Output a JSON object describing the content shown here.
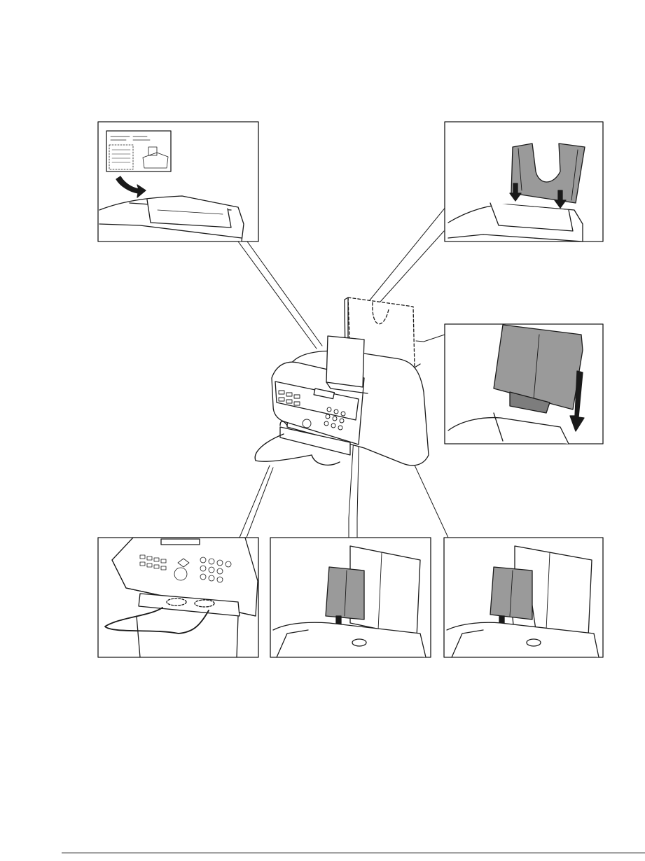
{
  "figure": {
    "description_visible_text": "",
    "panels": [
      {
        "id": "sticker",
        "icon": "instruction-sticker-icon"
      },
      {
        "id": "support-tray",
        "icon": "document-support-icon"
      },
      {
        "id": "paper-rest",
        "icon": "paper-rest-icon"
      },
      {
        "id": "cable",
        "icon": "telephone-cable-icon"
      },
      {
        "id": "tray-insert",
        "icon": "document-tray-icon"
      },
      {
        "id": "tray-lower",
        "icon": "document-tray-icon"
      }
    ],
    "colors": {
      "line": "#1a1a1a",
      "part_fill": "#9a9a9a",
      "panel_bg": "#ffffff"
    }
  }
}
